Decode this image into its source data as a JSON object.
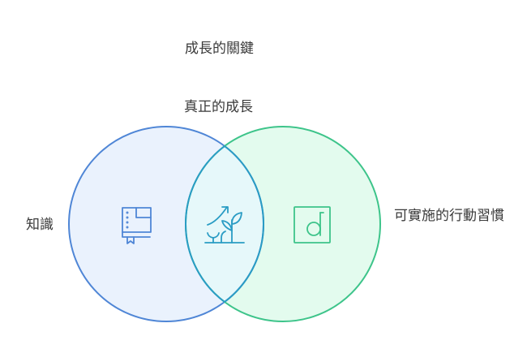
{
  "diagram": {
    "title": "成長的關鍵",
    "intersection_label": "真正的成長",
    "left_set": {
      "label": "知識",
      "icon": "book-icon",
      "fill": "#eaf2fd",
      "stroke": "#4f86d6"
    },
    "right_set": {
      "label": "可實施的行動習慣",
      "icon": "habit-d-icon",
      "fill": "#e3fbee",
      "stroke": "#3dc48a"
    },
    "intersection": {
      "icon": "sprout-growth-icon",
      "fill": "#e6f8fa",
      "stroke": "#2a9cc4"
    }
  }
}
